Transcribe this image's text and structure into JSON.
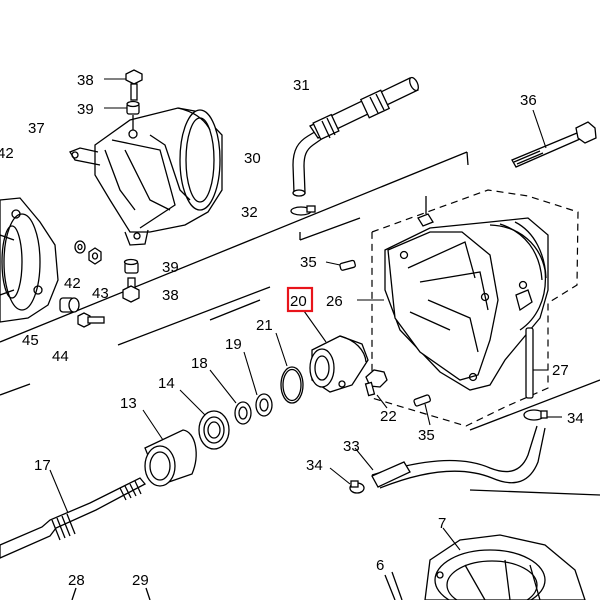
{
  "diagram": {
    "highlighted_part": "20",
    "highlight_color": "#e8141b",
    "parts": [
      {
        "id": "p38a",
        "label": "38"
      },
      {
        "id": "p39a",
        "label": "39"
      },
      {
        "id": "p37",
        "label": "37"
      },
      {
        "id": "p42a",
        "label": "42"
      },
      {
        "id": "p31",
        "label": "31"
      },
      {
        "id": "p30",
        "label": "30"
      },
      {
        "id": "p32",
        "label": "32"
      },
      {
        "id": "p36",
        "label": "36"
      },
      {
        "id": "p42b",
        "label": "42"
      },
      {
        "id": "p43",
        "label": "43"
      },
      {
        "id": "p39b",
        "label": "39"
      },
      {
        "id": "p38b",
        "label": "38"
      },
      {
        "id": "p45",
        "label": "45"
      },
      {
        "id": "p44",
        "label": "44"
      },
      {
        "id": "p35a",
        "label": "35"
      },
      {
        "id": "p20",
        "label": "20"
      },
      {
        "id": "p26",
        "label": "26"
      },
      {
        "id": "p21",
        "label": "21"
      },
      {
        "id": "p19",
        "label": "19"
      },
      {
        "id": "p18",
        "label": "18"
      },
      {
        "id": "p14",
        "label": "14"
      },
      {
        "id": "p13",
        "label": "13"
      },
      {
        "id": "p27",
        "label": "27"
      },
      {
        "id": "p22",
        "label": "22"
      },
      {
        "id": "p35b",
        "label": "35"
      },
      {
        "id": "p34a",
        "label": "34"
      },
      {
        "id": "p33",
        "label": "33"
      },
      {
        "id": "p34b",
        "label": "34"
      },
      {
        "id": "p17",
        "label": "17"
      },
      {
        "id": "p7",
        "label": "7"
      },
      {
        "id": "p6",
        "label": "6"
      },
      {
        "id": "p28",
        "label": "28"
      },
      {
        "id": "p29",
        "label": "29"
      }
    ]
  }
}
